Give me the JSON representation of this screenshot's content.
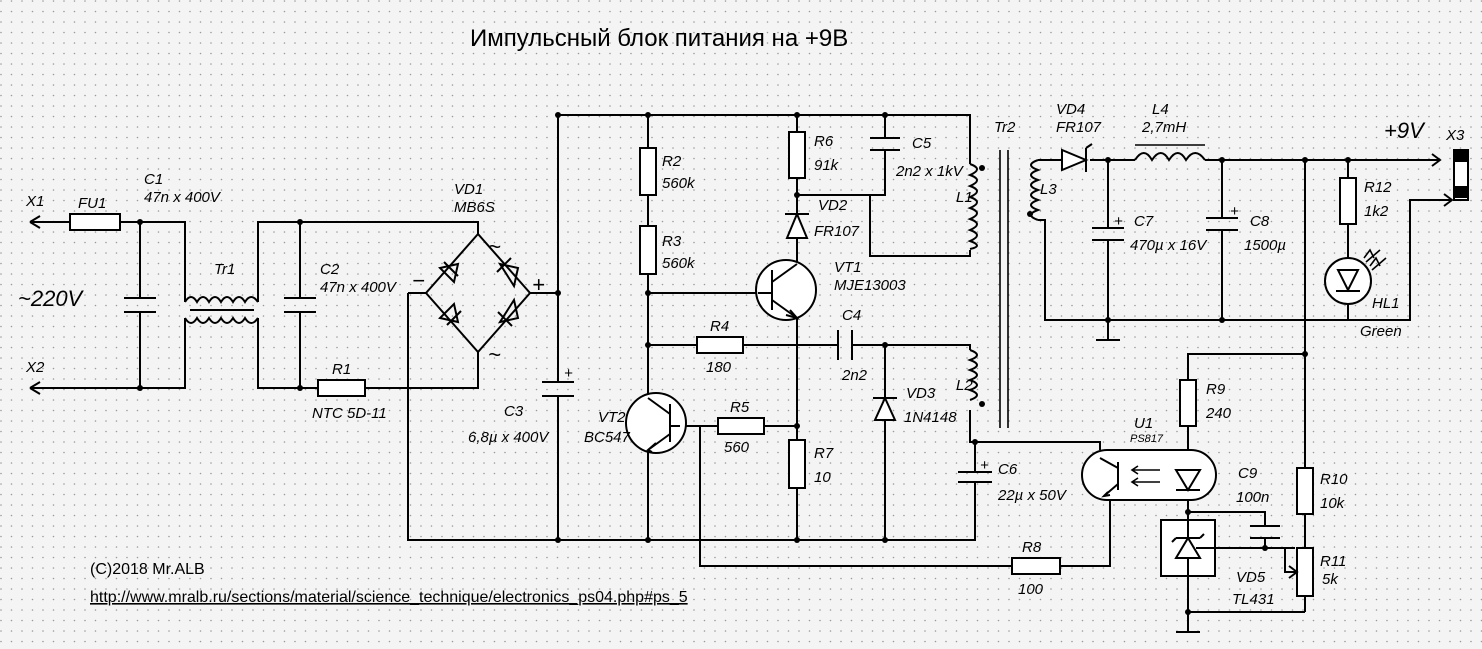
{
  "title": "Импульсный блок питания на +9В",
  "copyright": "(C)2018 Mr.ALB",
  "url": "http://www.mralb.ru/sections/material/science_technique/electronics_ps04.php#ps_5",
  "mains": "~220V",
  "output": "+9V",
  "components": {
    "x1": "X1",
    "x2": "X2",
    "x3": "X3",
    "fu1": "FU1",
    "c1_name": "C1",
    "c1_val": "47n x 400V",
    "tr1": "Tr1",
    "c2_name": "C2",
    "c2_val": "47n x 400V",
    "r1_name": "R1",
    "r1_val": "NTC 5D-11",
    "vd1_name": "VD1",
    "vd1_val": "MB6S",
    "c3_name": "C3",
    "c3_val": "6,8µ x 400V",
    "r2_name": "R2",
    "r2_val": "560k",
    "r3_name": "R3",
    "r3_val": "560k",
    "r4_name": "R4",
    "r4_val": "180",
    "r5_name": "R5",
    "r5_val": "560",
    "vt2_name": "VT2",
    "vt2_val": "BC547",
    "r6_name": "R6",
    "r6_val": "91k",
    "vd2_name": "VD2",
    "vd2_val": "FR107",
    "c5_name": "C5",
    "c5_val": "2n2 x 1kV",
    "vt1_name": "VT1",
    "vt1_val": "MJE13003",
    "c4_name": "C4",
    "c4_val": "2n2",
    "r7_name": "R7",
    "r7_val": "10",
    "vd3_name": "VD3",
    "vd3_val": "1N4148",
    "l1": "L1",
    "l2": "L2",
    "l3": "L3",
    "tr2": "Tr2",
    "c6_name": "C6",
    "c6_val": "22µ x 50V",
    "r8_name": "R8",
    "r8_val": "100",
    "vd4_name": "VD4",
    "vd4_val": "FR107",
    "l4_name": "L4",
    "l4_val": "2,7mH",
    "c7_name": "C7",
    "c7_val": "470µ x 16V",
    "c8_name": "C8",
    "c8_val": "1500µ",
    "r12_name": "R12",
    "r12_val": "1k2",
    "hl1_name": "HL1",
    "hl1_val": "Green",
    "u1_name": "U1",
    "u1_val": "PS817",
    "r9_name": "R9",
    "r9_val": "240",
    "c9_name": "C9",
    "c9_val": "100n",
    "r10_name": "R10",
    "r10_val": "10k",
    "r11_name": "R11",
    "r11_val": "5k",
    "vd5_name": "VD5",
    "vd5_val": "TL431",
    "plus": "+",
    "minus": "−",
    "tilde": "~"
  }
}
